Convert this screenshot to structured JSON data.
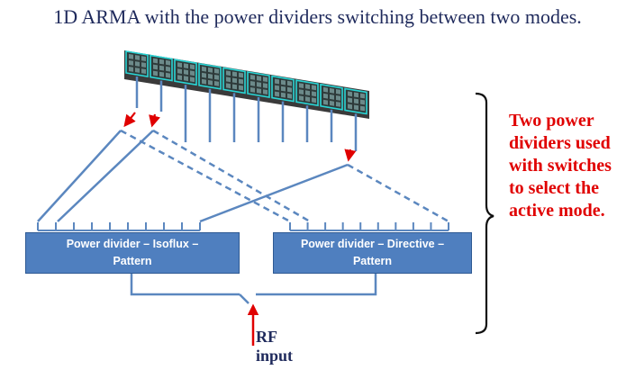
{
  "title": "1D ARMA with the power dividers switching between two modes.",
  "dividers": {
    "isoflux": {
      "line1": "Power divider – Isoflux –",
      "line2": "Pattern"
    },
    "directive": {
      "line1": "Power divider – Directive –",
      "line2": "Pattern"
    }
  },
  "annotation": {
    "line1": "Two power",
    "line2": "dividers used",
    "line3": "with switches",
    "line4": "to select the",
    "line5": "active mode."
  },
  "rf_input": {
    "line1": "RF",
    "line2": "input"
  },
  "colors": {
    "accent_red": "#e00000",
    "divider_fill": "#4f7fbf",
    "line_blue": "#5b87bf",
    "antenna_cyan": "#2ad4d4"
  }
}
